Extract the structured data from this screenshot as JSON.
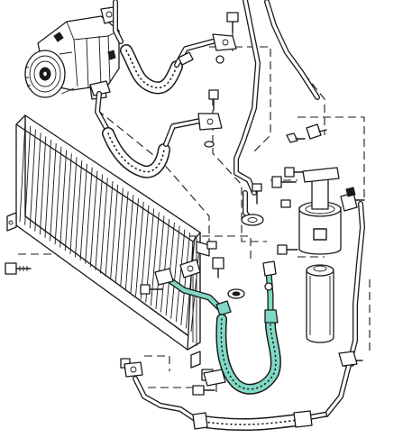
{
  "diagram": {
    "colors": {
      "line": "#1a1a1a",
      "background": "#ffffff",
      "highlight_hose": "#7fd9c4"
    },
    "components": [
      "compressor",
      "condenser",
      "receiver-drier",
      "suction-hose",
      "discharge-hose",
      "liquid-line",
      "highlighted-hose",
      "pressure-switch",
      "mounting-bolts"
    ]
  }
}
